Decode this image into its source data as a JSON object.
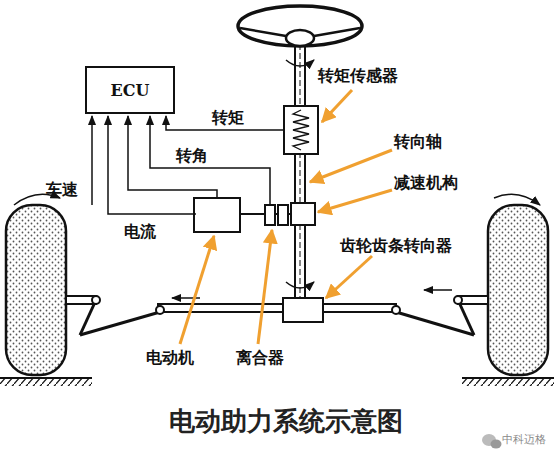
{
  "diagram": {
    "title": "电动助力系统示意图",
    "nodes": [
      {
        "text": [
          "ECU"
        ]
      }
    ],
    "labels": [
      "转矩传感器",
      "转向轴",
      "减速机构",
      "齿轮齿条转向器",
      "车速",
      "转角",
      "转矩",
      "电流",
      "电动机",
      "离合器",
      "中科迈格"
    ]
  }
}
